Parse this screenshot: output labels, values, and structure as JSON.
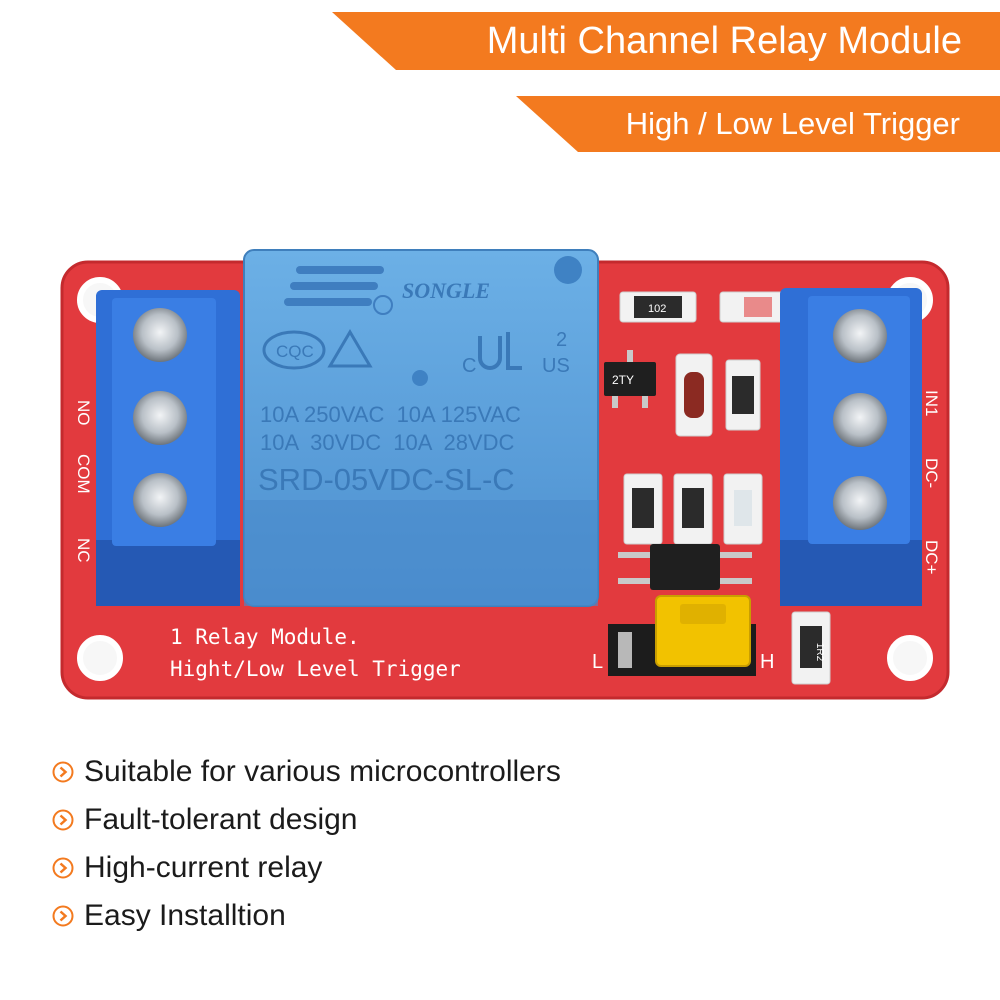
{
  "banner": {
    "title": "Multi Channel Relay Module",
    "subtitle": "High / Low Level Trigger"
  },
  "colors": {
    "accent": "#f37a1f",
    "pcb": "#e23a3e",
    "terminal": "#2f6fd6",
    "relay": "#5aa2dc",
    "jumper": "#f2c200"
  },
  "relay": {
    "brand": "SONGLE",
    "cert_left": "CQC",
    "cert_num": "2",
    "cert_us": "US",
    "cert_c": "C",
    "rating_1": "10A 250VAC  10A 125VAC",
    "rating_2": "10A  30VDC  10A  28VDC",
    "model": "SRD-05VDC-SL-C"
  },
  "board": {
    "label_line_1": "1 Relay Module.",
    "label_line_2": "Hight/Low Level Trigger",
    "pins_left": [
      "NO",
      "COM",
      "NC"
    ],
    "pins_right": [
      "IN1",
      "DC-",
      "DC+"
    ],
    "transistor": "2TY",
    "resistor": "102",
    "resistor_2": "1R2",
    "jumper_l": "L",
    "jumper_h": "H"
  },
  "features": [
    {
      "text": "Suitable for various microcontrollers"
    },
    {
      "text": "Fault-tolerant design"
    },
    {
      "text": "High-current relay"
    },
    {
      "text": "Easy Installtion"
    }
  ]
}
